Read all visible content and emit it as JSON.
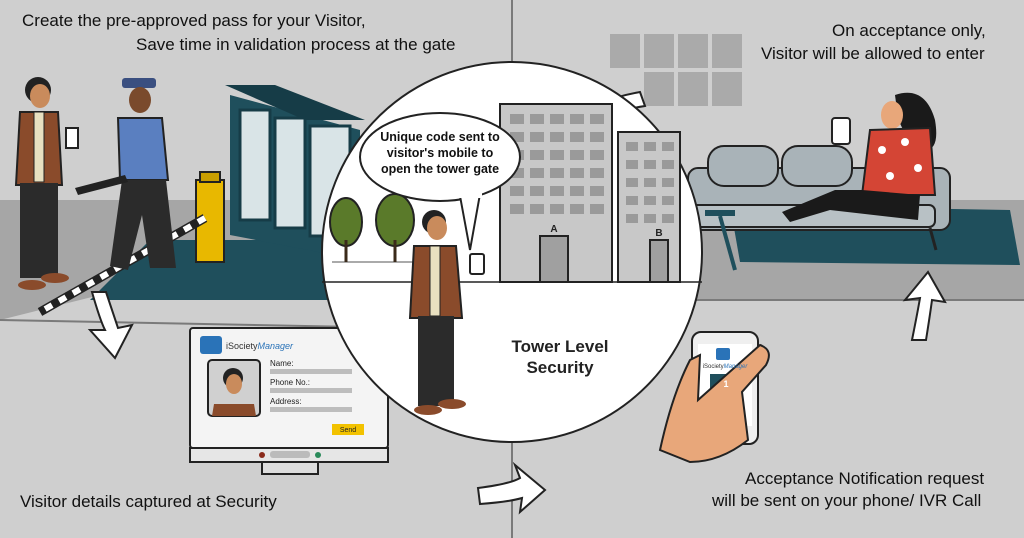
{
  "captions": {
    "top_left_line1": "Create the pre-approved pass for your Visitor,",
    "top_left_line2": "Save time in validation process at the gate",
    "top_right_line1": "On acceptance only,",
    "top_right_line2": "Visitor will be allowed to enter",
    "bottom_left": "Visitor details captured at Security",
    "bottom_right_line1": "Acceptance Notification request",
    "bottom_right_line2": "will be sent on your phone/ IVR Call"
  },
  "center": {
    "speech_line1": "Unique code sent to",
    "speech_line2": "visitor's mobile to",
    "speech_line3": "open the tower gate",
    "title_line1": "Tower Level",
    "title_line2": "Security",
    "building_a": "A",
    "building_b": "B"
  },
  "monitor": {
    "brand_prefix": "iSociety",
    "brand_suffix": "Manager",
    "field_name": "Name:",
    "field_phone": "Phone No.:",
    "field_address": "Address:",
    "send_button": "Send"
  },
  "phone": {
    "brand_prefix": "iSociety",
    "brand_suffix": "Manager",
    "notification_count": "1"
  },
  "colors": {
    "background": "#cfcfcf",
    "floor": "#a8a8a8",
    "teal": "#1f4f5c",
    "brown_jacket": "#8a4b2b",
    "brand_blue": "#2a73b8",
    "send_yellow": "#f2c200",
    "woman_red": "#d44535"
  }
}
